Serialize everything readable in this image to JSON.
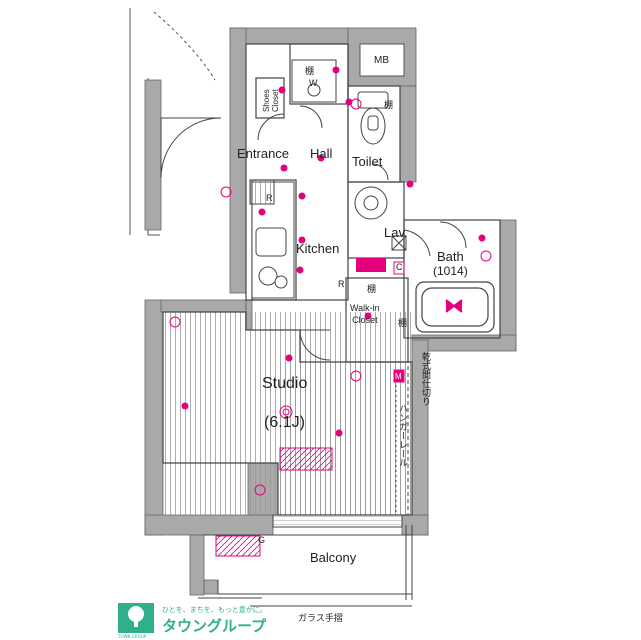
{
  "rooms": {
    "mb": "MB",
    "shoes_closet": "Shoes\nCloset",
    "entrance": "Entrance",
    "hall": "Hall",
    "toilet": "Toilet",
    "kitchen": "Kitchen",
    "lav": "Lav.",
    "bath": "Bath",
    "bath_size": "(1014)",
    "walk_in_closet": "Walk-in\nCloset",
    "studio": "Studio",
    "studio_size": "(6.1J)",
    "balcony": "Balcony"
  },
  "annotations": {
    "dry_partition": "乾式間仕切り",
    "hanger_rail": "ハンガーレール",
    "glass_handrail": "ガラス手摺",
    "shelf": "棚",
    "w_mark": "W",
    "r_mark": "R",
    "c_mark": "C",
    "m_mark": "M",
    "g_mark": "G"
  },
  "logo": {
    "tagline": "ひとを、まちを、もっと豊かに。",
    "name": "タウングループ",
    "badge": "TOWN GROUP"
  },
  "colors": {
    "wall": "#a9a9a9",
    "wall_dark": "#8c8c8c",
    "line": "#333333",
    "floor_hatch": "#9a9a9a",
    "outlet": "#e6007e",
    "logo": "#2fb08a"
  }
}
